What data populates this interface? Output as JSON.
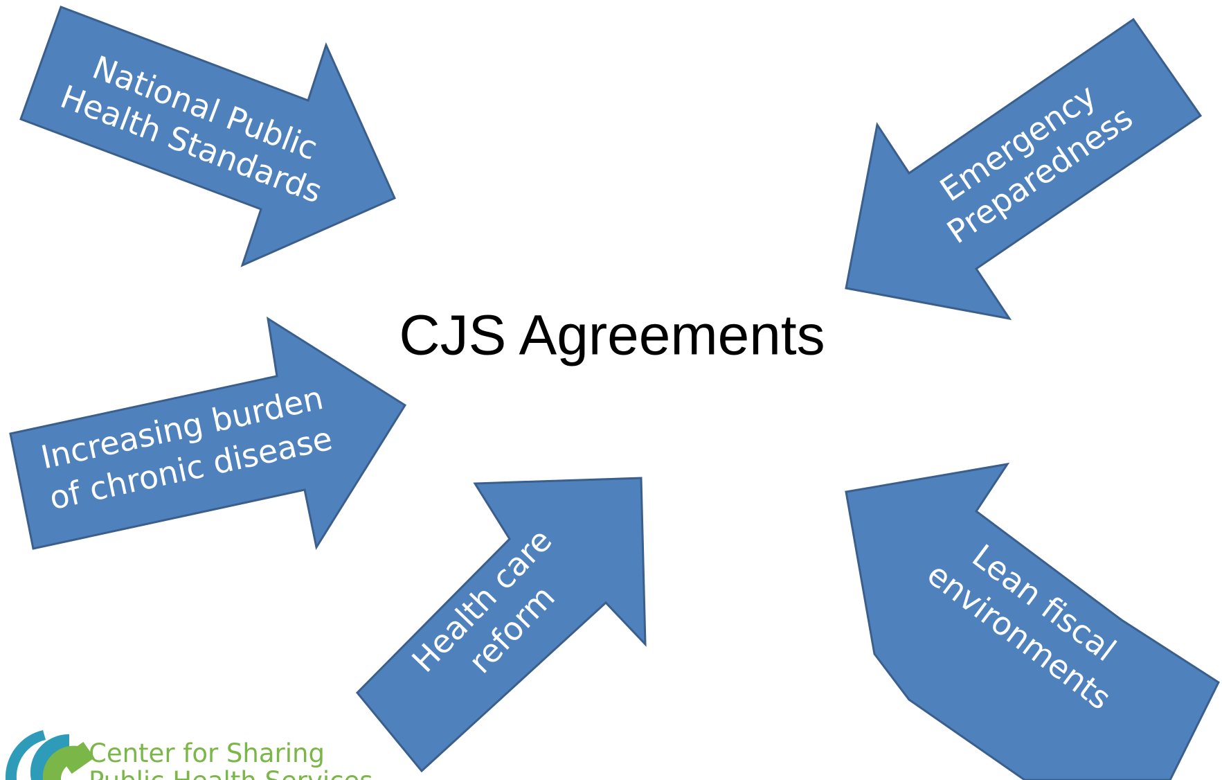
{
  "slide": {
    "title_partial": "Drivers",
    "center_label": "CJS Agreements"
  },
  "arrows": [
    {
      "id": "arrow-national-standards",
      "lines": [
        "National Public",
        "Health Standards"
      ]
    },
    {
      "id": "arrow-emergency-preparedness",
      "lines": [
        "Emergency",
        "Preparedness"
      ]
    },
    {
      "id": "arrow-chronic-disease",
      "lines": [
        "Increasing burden",
        "of chronic disease"
      ]
    },
    {
      "id": "arrow-health-care-reform",
      "lines": [
        "Health care",
        "reform"
      ]
    },
    {
      "id": "arrow-lean-fiscal",
      "lines": [
        "Lean fiscal",
        "environments"
      ]
    }
  ],
  "logo": {
    "line1": "Center for Sharing",
    "line2": "Public Health Services"
  },
  "colors": {
    "arrow_fill": "#4f81bd",
    "arrow_stroke": "#3b5f8c",
    "arrow_text": "#ffffff",
    "logo_green": "#7ab648",
    "logo_teal": "#2e9bb8"
  }
}
